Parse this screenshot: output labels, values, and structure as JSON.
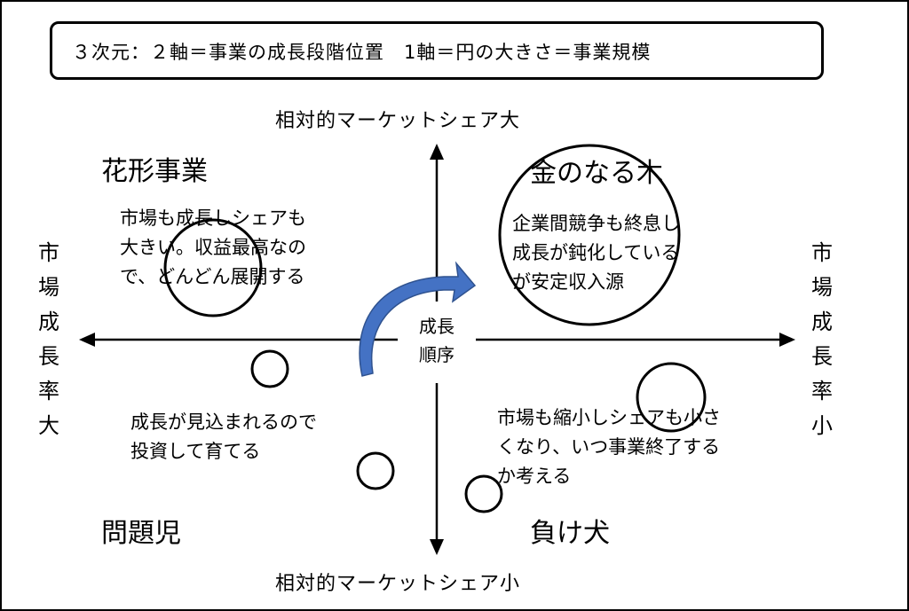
{
  "title": "３次元：２軸＝事業の成長段階位置　1軸＝円の大きさ＝事業規模",
  "axes": {
    "top": "相対的マーケットシェア大",
    "bottom": "相対的マーケットシェア小",
    "left": "市場成長率大",
    "right": "市場成長率小"
  },
  "center_label": [
    "成長",
    "順序"
  ],
  "quadrants": {
    "star": {
      "title": "花形事業",
      "lines": [
        "市場も成長しシェアも",
        "大きい。収益最高なの",
        "で、どんどん展開する"
      ]
    },
    "cash_cow": {
      "title": "金のなる木",
      "lines": [
        "企業間競争も終息し",
        "成長が鈍化している",
        "が安定収入源"
      ]
    },
    "question": {
      "title": "問題児",
      "lines": [
        "成長が見込まれるので",
        "投資して育てる"
      ]
    },
    "dog": {
      "title": "負け犬",
      "lines": [
        "市場も縮小しシェアも小さ",
        "くなり、いつ事業終了する",
        "か考える"
      ]
    }
  },
  "colors": {
    "arrow": "#4472C4",
    "arrow_stroke": "#2F528F"
  }
}
